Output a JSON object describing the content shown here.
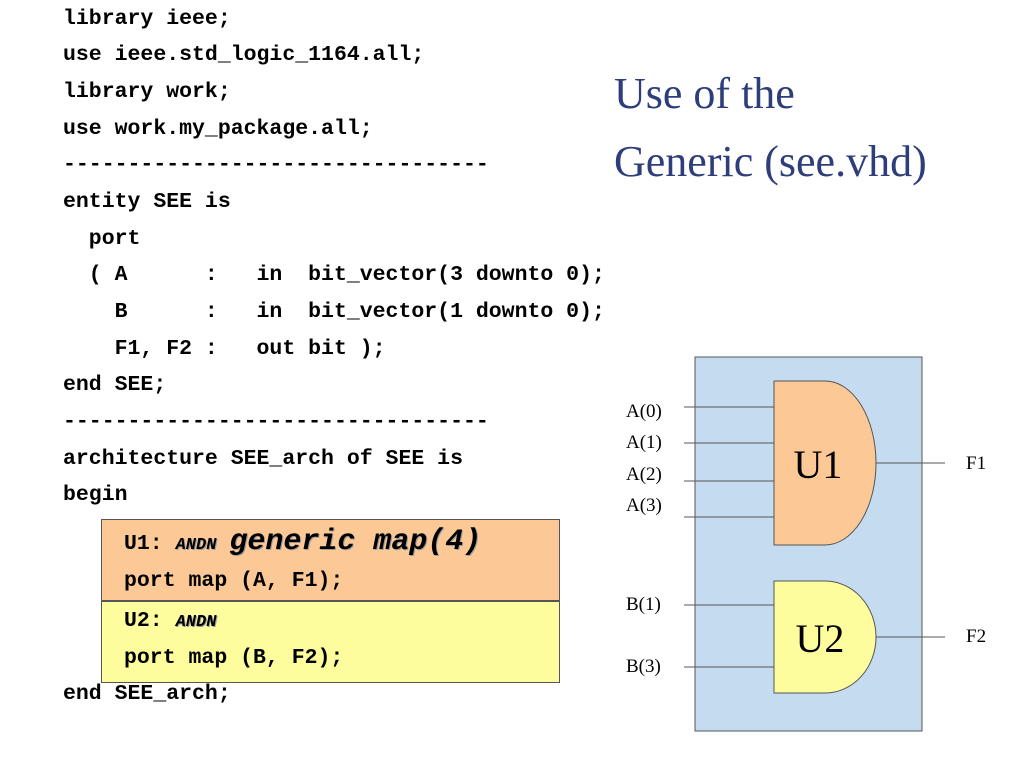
{
  "code": {
    "lines": [
      "library ieee;",
      "use ieee.std_logic_1164.all;",
      "library work;",
      "use work.my_package.all;",
      "---------------------------------",
      "entity SEE is",
      "  port",
      "  ( A      :   in  bit_vector(3 downto 0);",
      "    B      :   in  bit_vector(1 downto 0);",
      "    F1, F2 :   out bit );",
      "end SEE;",
      "---------------------------------",
      "architecture SEE_arch of SEE is",
      "begin"
    ],
    "u1_box": {
      "prefix": "U1: ",
      "component": "ANDN",
      "generic": "generic map(4)",
      "port_map": "port map (A, F1);",
      "color": "#fcc896"
    },
    "u2_box": {
      "prefix": "U2: ",
      "component": "ANDN",
      "port_map": "port map (B, F2);",
      "color": "#fdfd9e"
    },
    "end_line": "end SEE_arch;"
  },
  "title": {
    "line1": "Use of the",
    "line2": "Generic (see.vhd)",
    "color": "#2e3e7a"
  },
  "diagram": {
    "background_color": "#c5dbf0",
    "u1": {
      "label": "U1",
      "color": "#fcc896",
      "inputs": [
        "A(0)",
        "A(1)",
        "A(2)",
        "A(3)"
      ],
      "output": "F1"
    },
    "u2": {
      "label": "U2",
      "color": "#fdfd9e",
      "inputs": [
        "B(1)",
        "B(3)"
      ],
      "output": "F2"
    }
  }
}
